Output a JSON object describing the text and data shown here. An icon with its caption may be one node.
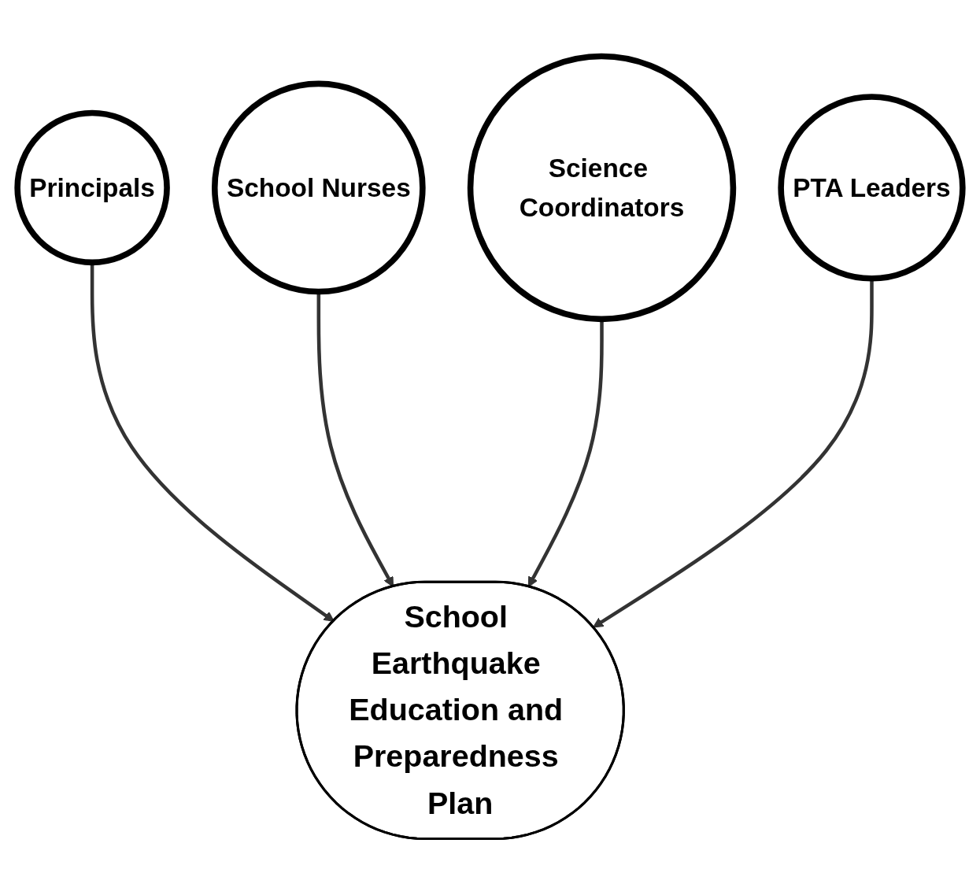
{
  "diagram": {
    "nodes": [
      {
        "text": [
          "Principals"
        ]
      },
      {
        "text": [
          "School Nurses"
        ]
      },
      {
        "text": [
          "Science Coordinators"
        ]
      },
      {
        "text": [
          "PTA Leaders"
        ]
      },
      {
        "text": [
          "School Earthquake Education and Preparedness Plan"
        ]
      }
    ],
    "edges": [
      {
        "from": 0,
        "to": 4,
        "arrow": "to"
      },
      {
        "from": 1,
        "to": 4,
        "arrow": "to"
      },
      {
        "from": 2,
        "to": 4,
        "arrow": "to"
      },
      {
        "from": 3,
        "to": 4,
        "arrow": "to"
      }
    ]
  }
}
